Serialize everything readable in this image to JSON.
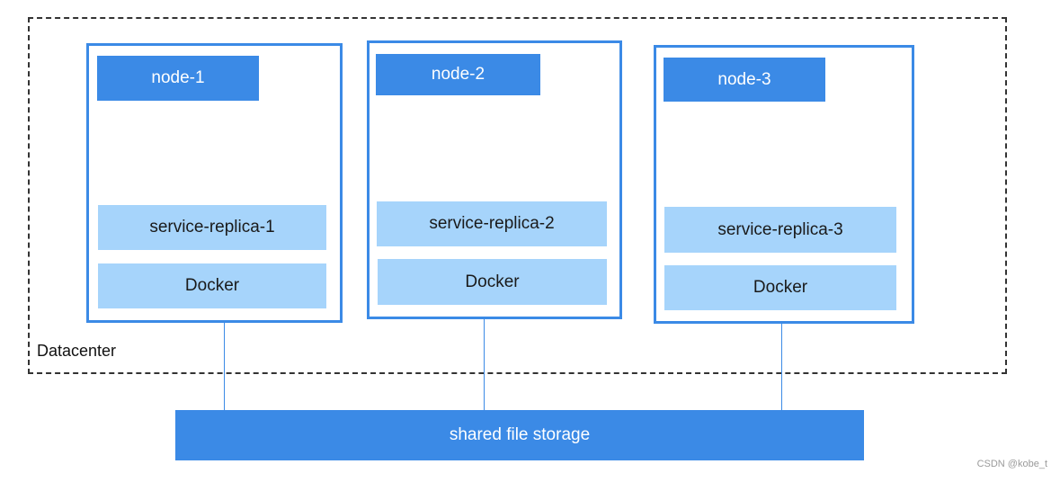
{
  "datacenter": {
    "label": "Datacenter"
  },
  "nodes": [
    {
      "title": "node-1",
      "service": "service-replica-1",
      "runtime": "Docker"
    },
    {
      "title": "node-2",
      "service": "service-replica-2",
      "runtime": "Docker"
    },
    {
      "title": "node-3",
      "service": "service-replica-3",
      "runtime": "Docker"
    }
  ],
  "storage": {
    "label": "shared file storage"
  },
  "watermark": "CSDN @kobe_t",
  "colors": {
    "primary": "#3b8ae6",
    "light": "#a6d4fb",
    "border": "#333333"
  }
}
